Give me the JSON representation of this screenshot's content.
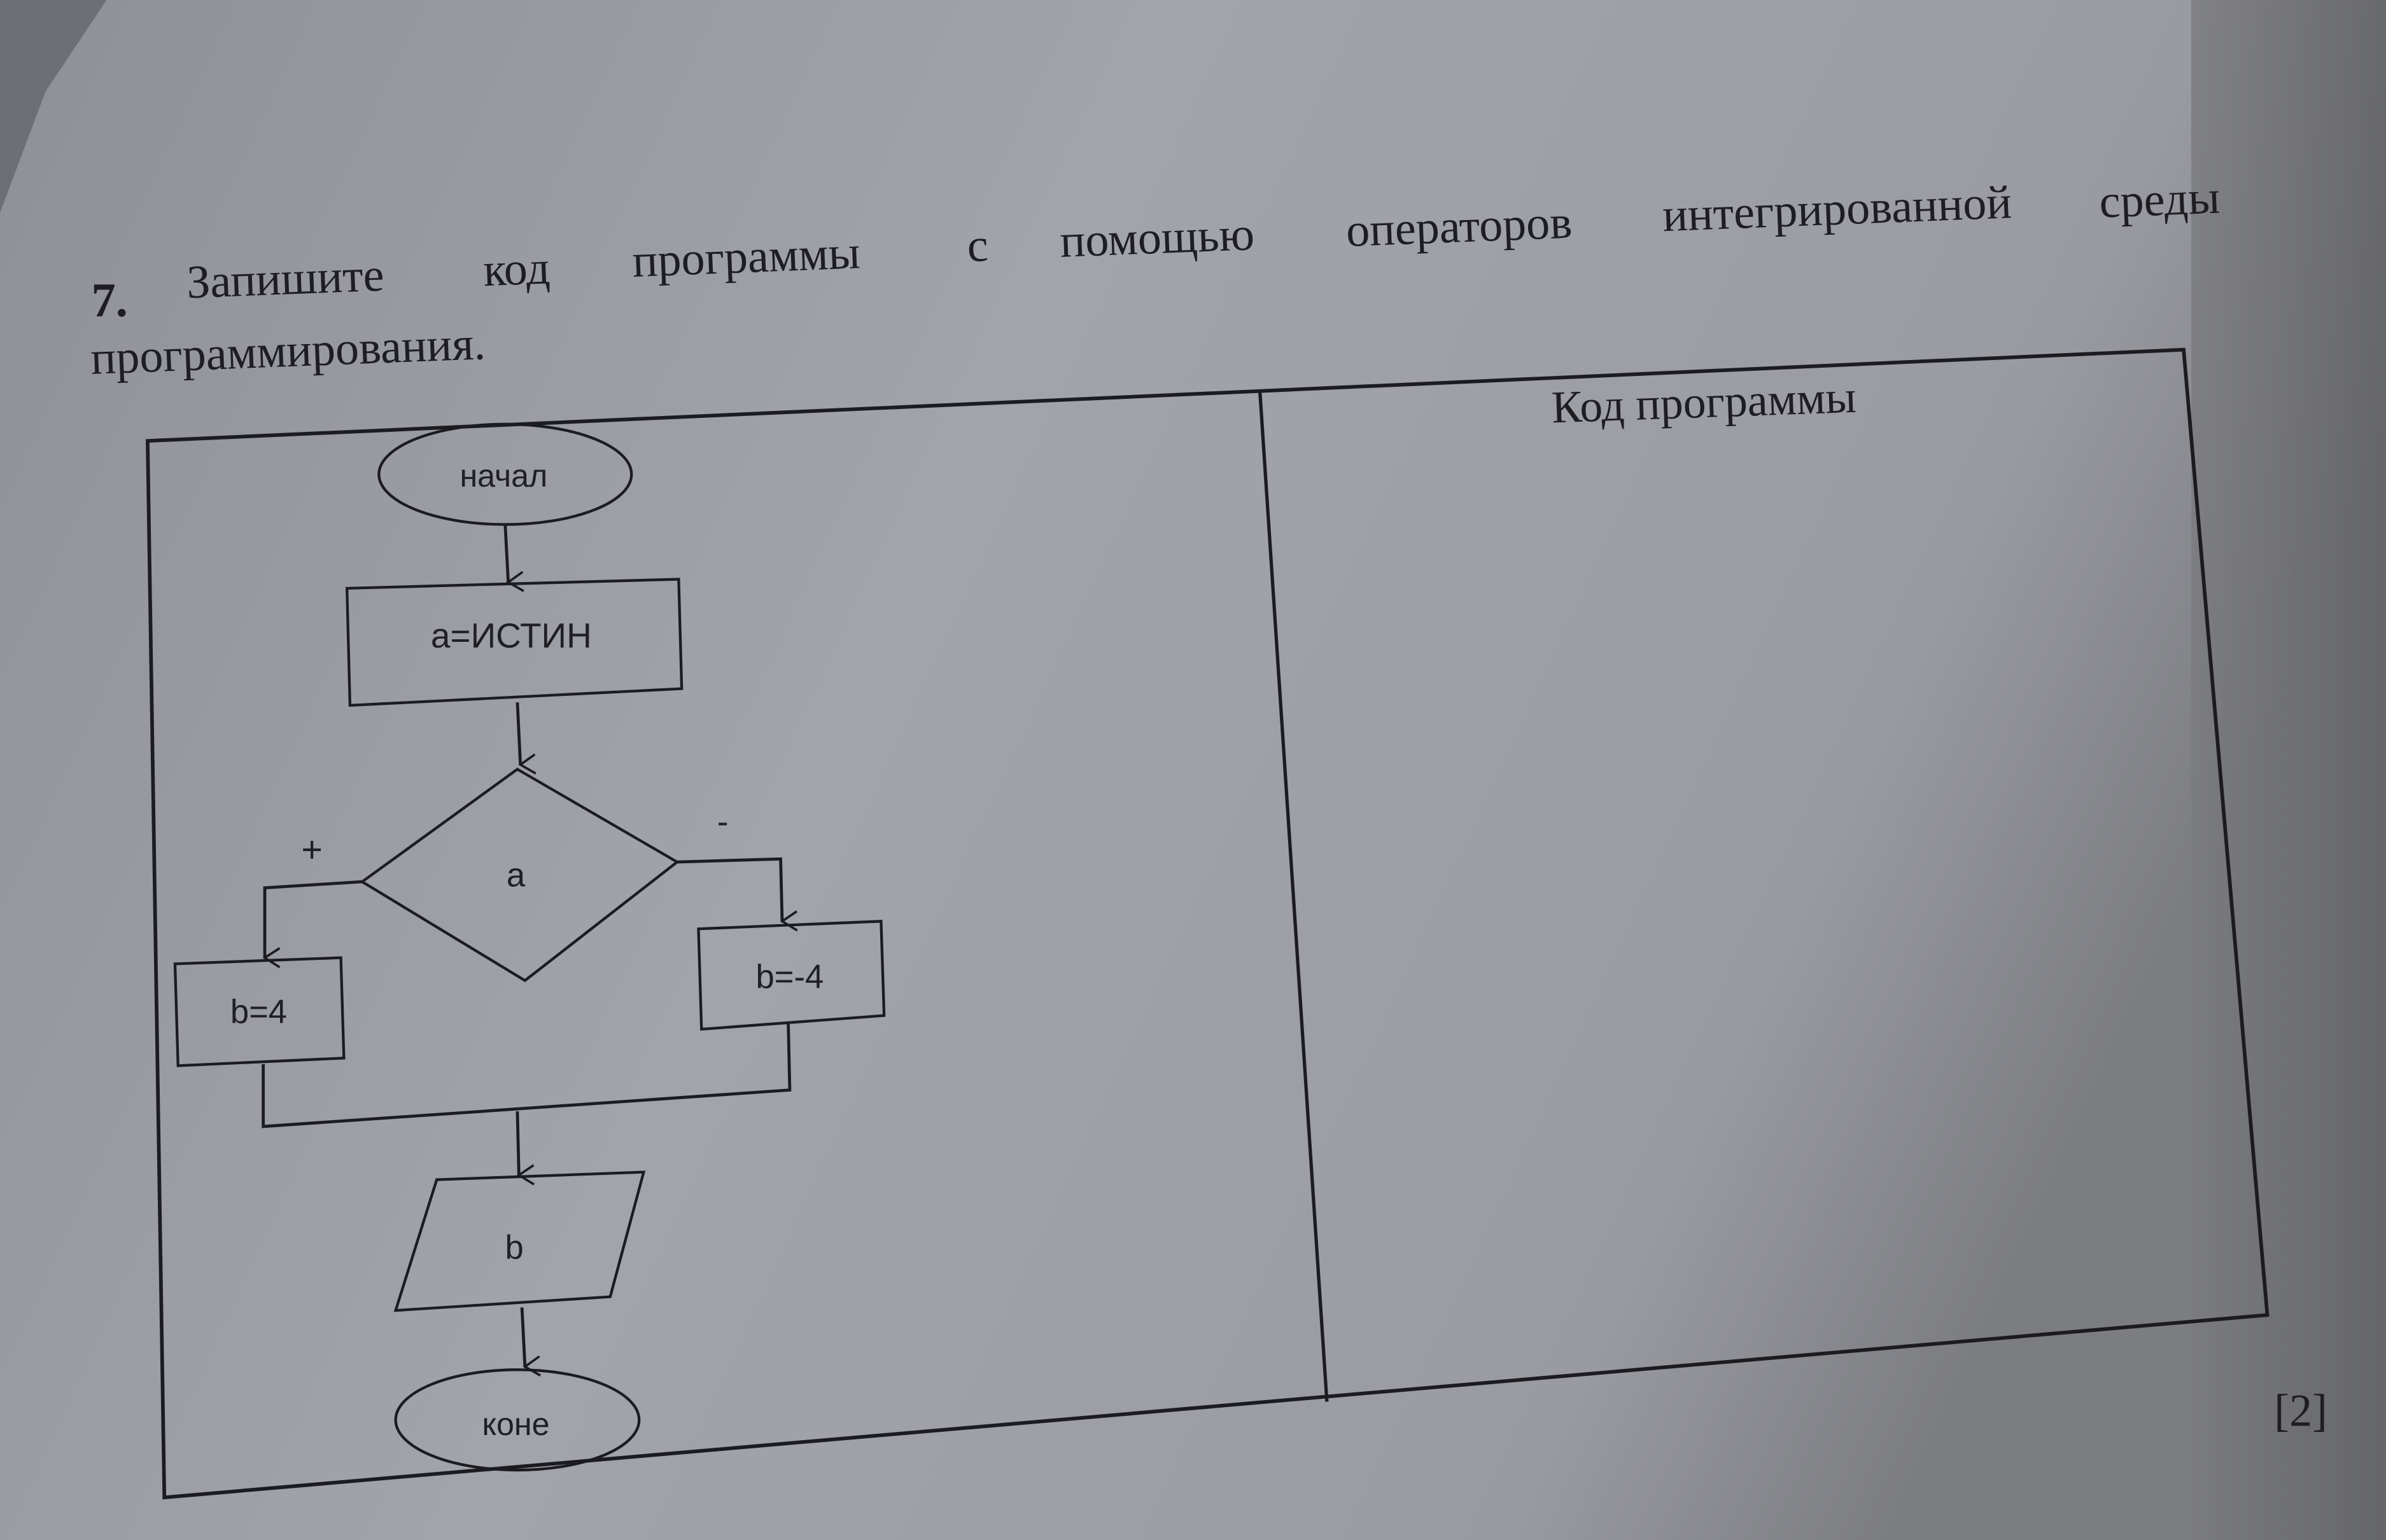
{
  "task": {
    "number": "7.",
    "line1_words": [
      "Запишите",
      "код",
      "программы",
      "с",
      "помощью",
      "операторов",
      "интегрированной",
      "среды"
    ],
    "line2": "программирования."
  },
  "table": {
    "code_header": "Код программы"
  },
  "flowchart": {
    "start": "начал",
    "assign": "а=ИСТИН",
    "condition": "а",
    "yes_label": "+",
    "no_label": "-",
    "yes_branch": "b=4",
    "no_branch": "b=-4",
    "output": "b",
    "end": "коне"
  },
  "score": "[2]"
}
